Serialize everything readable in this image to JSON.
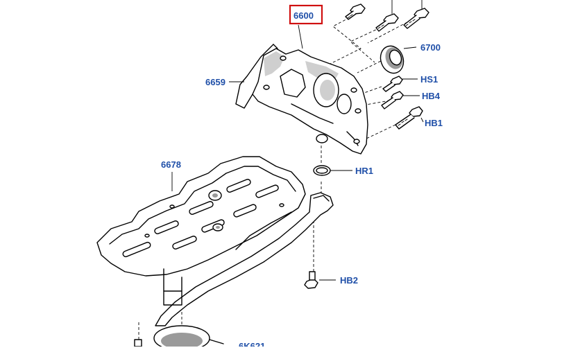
{
  "diagram": {
    "highlight_color": "#d01010",
    "callout_color": "#1f4fa8",
    "callouts": {
      "c6600": "6600",
      "c6700": "6700",
      "c6659": "6659",
      "cHS1": "HS1",
      "cHB4": "HB4",
      "cHB1": "HB1",
      "cHR1": "HR1",
      "c6678": "6678",
      "cHB2": "HB2",
      "c6K621": "6K621"
    }
  }
}
